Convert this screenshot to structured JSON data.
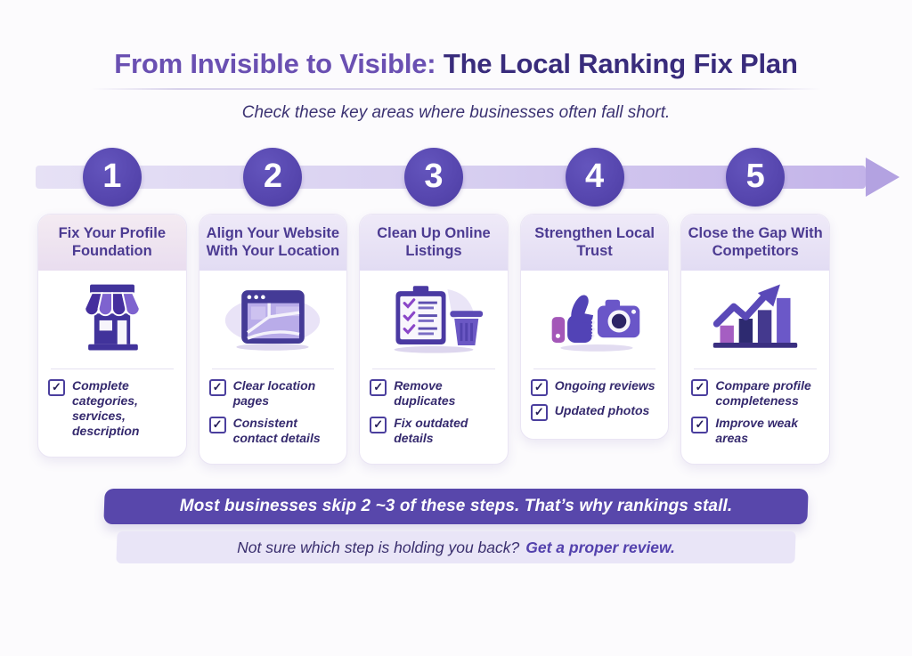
{
  "header": {
    "title_highlight": "From Invisible to Visible:",
    "title_rest": " The Local Ranking Fix Plan",
    "subtitle": "Check these key areas where businesses often fall short."
  },
  "timeline": {
    "steps": [
      "1",
      "2",
      "3",
      "4",
      "5"
    ]
  },
  "cards": [
    {
      "title": "Fix Your Profile Foundation",
      "icon": "storefront-icon",
      "items": [
        "Complete categories, services, description"
      ]
    },
    {
      "title": "Align Your Website With Your Location",
      "icon": "website-map-icon",
      "items": [
        "Clear location pages",
        "Consistent contact details"
      ]
    },
    {
      "title": "Clean Up Online Listings",
      "icon": "clipboard-trash-icon",
      "items": [
        "Remove duplicates",
        "Fix outdated details"
      ]
    },
    {
      "title": "Strengthen Local Trust",
      "icon": "thumbs-up-camera-icon",
      "items": [
        "Ongoing reviews",
        "Updated photos"
      ]
    },
    {
      "title": "Close the Gap With Competitors",
      "icon": "bar-chart-growth-icon",
      "items": [
        "Compare profile completeness",
        "Improve weak areas"
      ]
    }
  ],
  "banner": {
    "message": "Most businesses skip 2 ~3 of these steps. That’s why rankings stall."
  },
  "footer": {
    "question": "Not sure which step is holding you back?",
    "cta": "Get a proper review."
  },
  "colors": {
    "title_highlight": "#6a50b2",
    "title_rest": "#392c7c",
    "step_circle": "#5646ae",
    "banner_bg": "#5847ab",
    "cta_text": "#5341ad"
  }
}
